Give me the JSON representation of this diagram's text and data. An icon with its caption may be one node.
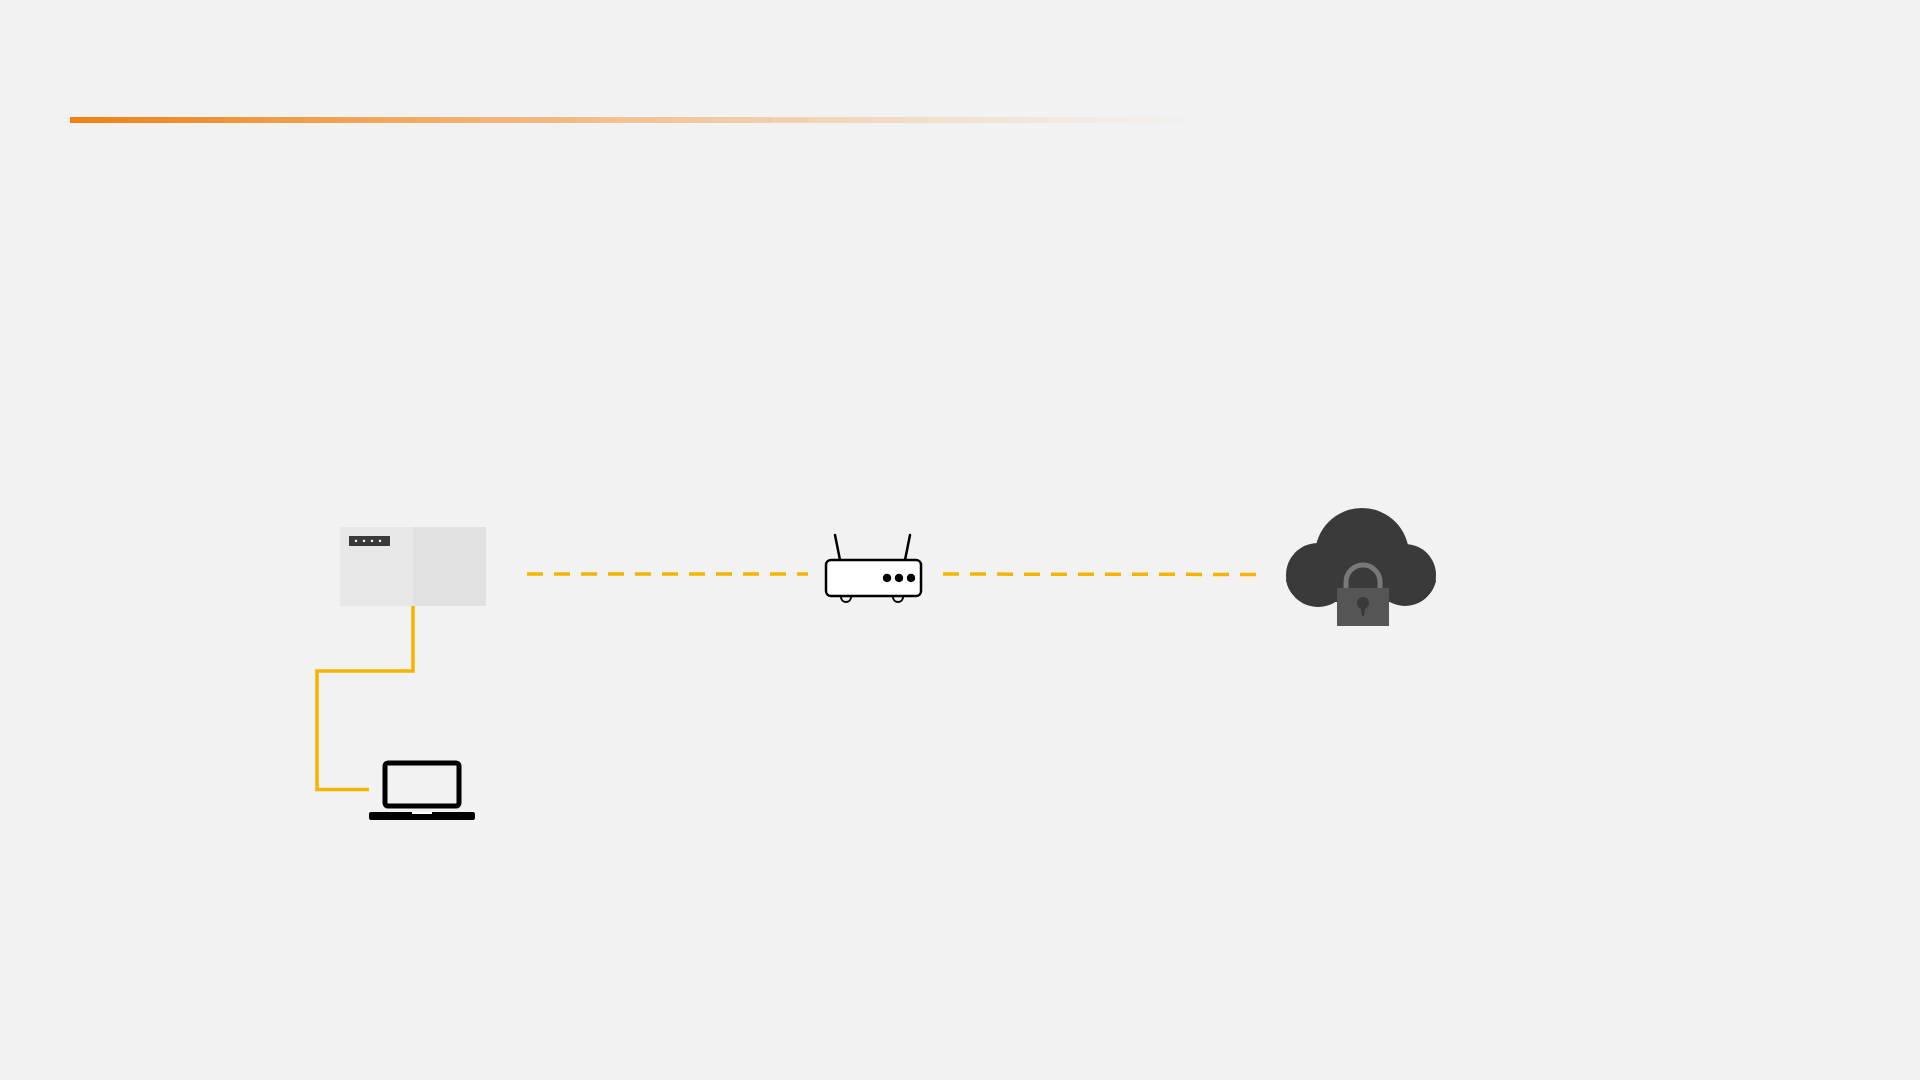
{
  "diagram": {
    "nodes": [
      {
        "text": [],
        "shape": "picture"
      },
      {
        "text": [],
        "shape": "picture"
      },
      {
        "text": [],
        "shape": "cloud"
      },
      {
        "text": [],
        "shape": "laptop"
      }
    ],
    "edges": [
      {
        "from": 0,
        "to": 1,
        "arrow": "none",
        "style": "dashed"
      },
      {
        "from": 1,
        "to": 2,
        "arrow": "none",
        "style": "dashed"
      },
      {
        "from": 0,
        "to": 3,
        "arrow": "none"
      }
    ]
  }
}
